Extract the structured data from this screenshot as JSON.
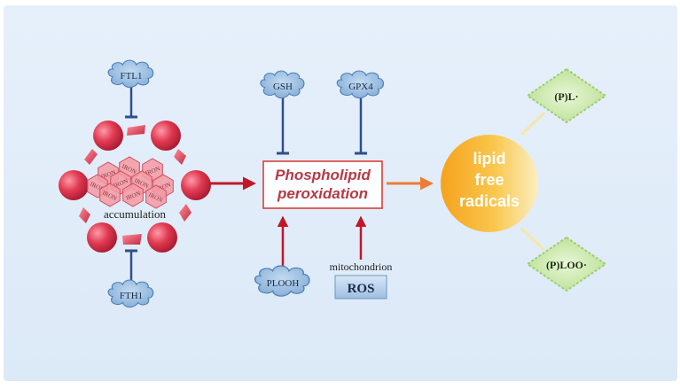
{
  "labels": {
    "ftl1": "FTL1",
    "fth1": "FTH1",
    "gsh": "GSH",
    "gpx4": "GPX4",
    "plooh": "PLOOH",
    "mitochondrion": "mitochondrion",
    "ros": "ROS",
    "accumulation": "accumulation",
    "iron": "IRON",
    "phospholipid_line1": "Phospholipid",
    "phospholipid_line2": "peroxidation",
    "radicals_line1": "lipid",
    "radicals_line2": "free",
    "radicals_line3": "radicals",
    "pl": "(P)L·",
    "ploo": "(P)LOO·"
  },
  "colors": {
    "background_panel": "#e2edf9",
    "inhibit_line": "#2f4f8c",
    "activate_arrow": "#c0182a",
    "orange_arrow": "#ee7d33",
    "tag_fill": "#8fb6dc",
    "iron_fill": "#f39aa3",
    "sphere": "#d63348",
    "diamond_fill": "#c5e6a5",
    "pp_box_border": "#d9403a",
    "pp_text": "#b73a44"
  },
  "icons": {
    "cloud_tag": "cloud-shape",
    "iron_crystal": "hexagon-crystal",
    "lipid_sphere": "gradient-circle",
    "radical": "dashed-diamond"
  }
}
